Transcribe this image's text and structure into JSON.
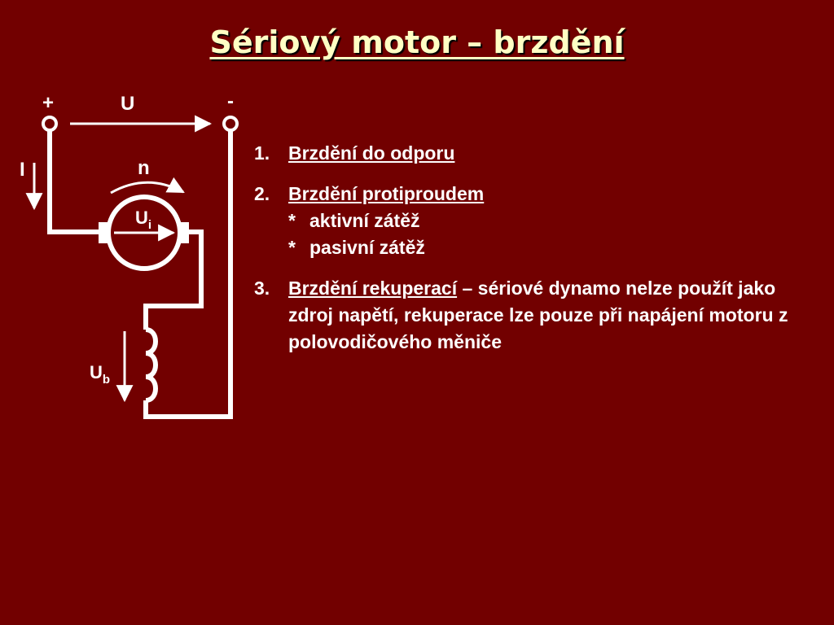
{
  "title": "Sériový motor – brzdění",
  "circuit": {
    "plus": "+",
    "minus": "-",
    "voltage_U": "U",
    "current_I": "I",
    "speed_n": "n",
    "induced_U": "U",
    "induced_sub": "i",
    "winding_U": "U",
    "winding_sub": "b"
  },
  "list": [
    {
      "number": "1.",
      "heading": "Brzdění do odporu"
    },
    {
      "number": "2.",
      "heading": "Brzdění protiproudem",
      "subitems": [
        {
          "bullet": "*",
          "text": "aktivní zátěž"
        },
        {
          "bullet": "*",
          "text": "pasivní zátěž"
        }
      ]
    },
    {
      "number": "3.",
      "heading": "Brzdění rekuperací",
      "rest": " – sériové dynamo nelze použít jako zdroj napětí, rekuperace lze pouze při napájení motoru z polovodičového měniče"
    }
  ]
}
